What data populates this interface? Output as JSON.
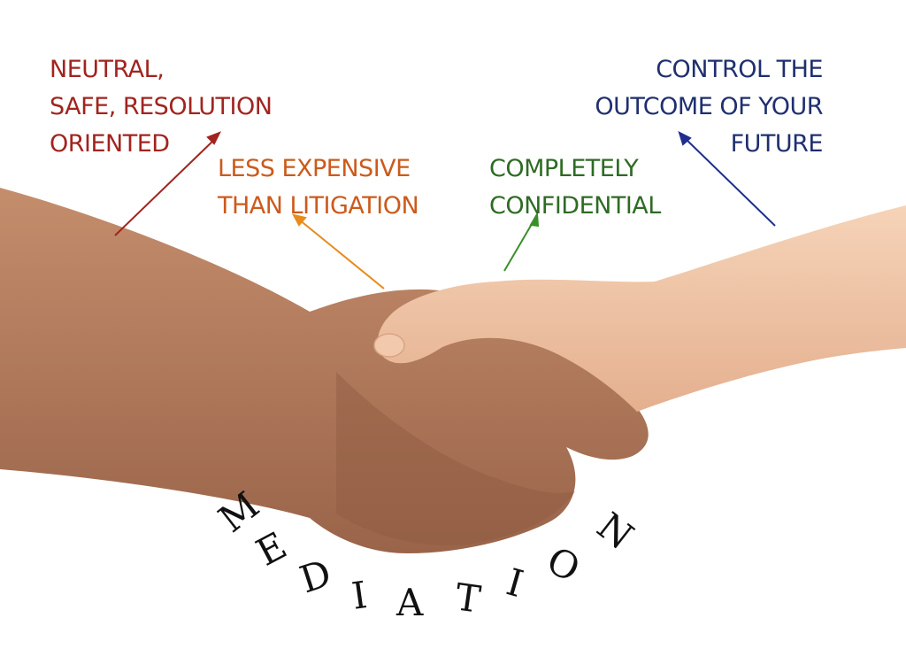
{
  "benefits": [
    {
      "lines": [
        "NEUTRAL,",
        "SAFE, RESOLUTION",
        "ORIENTED"
      ],
      "color": "#a1241f"
    },
    {
      "lines": [
        "LESS EXPENSIVE",
        "THAN LITIGATION"
      ],
      "color": "#cc5a1c"
    },
    {
      "lines": [
        "COMPLETELY",
        "CONFIDENTIAL"
      ],
      "color": "#2e6b24"
    },
    {
      "lines": [
        "CONTROL THE",
        "OUTCOME OF YOUR",
        "FUTURE"
      ],
      "color": "#1f2f6f"
    }
  ],
  "title": {
    "letters": [
      "M",
      "E",
      "D",
      "I",
      "A",
      "T",
      "I",
      "O",
      "N"
    ]
  },
  "colors": {
    "skin_left": "#b37a5a",
    "skin_right": "#efc3a3",
    "background": "#ffffff"
  }
}
